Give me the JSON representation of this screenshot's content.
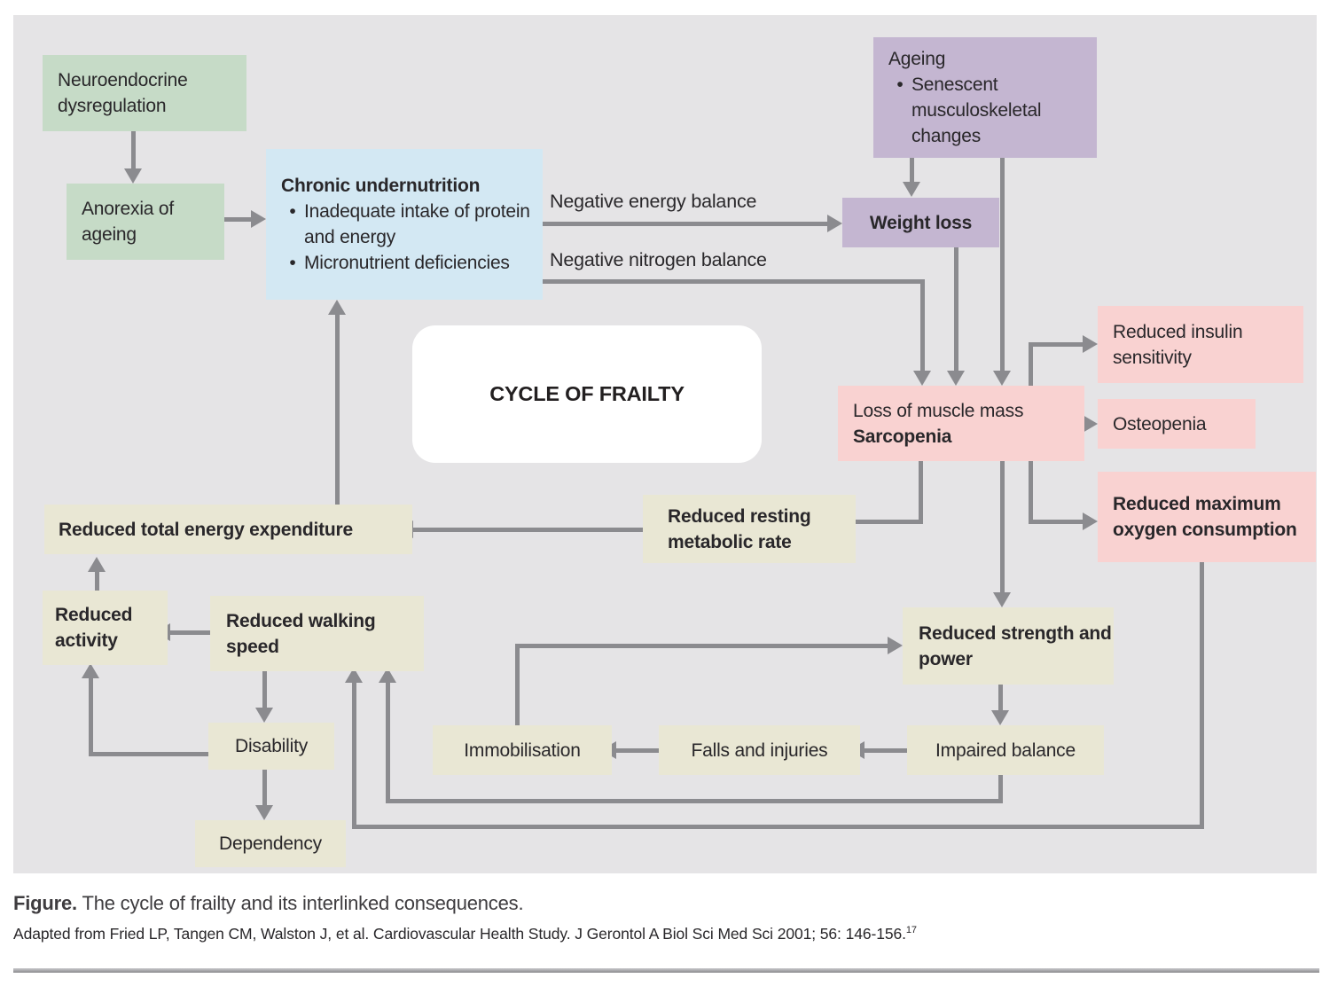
{
  "figure_title": "CYCLE OF FRAILTY",
  "boxes": {
    "neuroendocrine": {
      "text": "Neuroendocrine dysregulation"
    },
    "anorexia": {
      "text": "Anorexia of ageing"
    },
    "chronic_undernutrition": {
      "title": "Chronic undernutrition",
      "bullets": [
        "Inadequate intake of protein and energy",
        "Micronutrient deficiencies"
      ]
    },
    "ageing": {
      "title": "Ageing",
      "bullets": [
        "Senescent musculoskeletal changes"
      ]
    },
    "weight_loss": {
      "text": "Weight loss"
    },
    "sarcopenia": {
      "line1": "Loss of muscle mass",
      "line2": "Sarcopenia"
    },
    "reduced_insulin_sensitivity": {
      "text": "Reduced insulin sensitivity"
    },
    "osteopenia": {
      "text": "Osteopenia"
    },
    "reduced_max_oxygen": {
      "text": "Reduced maximum oxygen consumption"
    },
    "reduced_resting_metabolic_rate": {
      "text": "Reduced resting metabolic rate"
    },
    "reduced_total_energy_expenditure": {
      "text": "Reduced total energy expenditure"
    },
    "reduced_activity": {
      "text": "Reduced activity"
    },
    "reduced_walking_speed": {
      "text": "Reduced walking speed"
    },
    "reduced_strength_and_power": {
      "text": "Reduced strength and power"
    },
    "disability": {
      "text": "Disability"
    },
    "immobilisation": {
      "text": "Immobilisation"
    },
    "falls_and_injuries": {
      "text": "Falls and injuries"
    },
    "impaired_balance": {
      "text": "Impaired balance"
    },
    "dependency": {
      "text": "Dependency"
    }
  },
  "edge_labels": {
    "energy": "Negative energy balance",
    "nitrogen": "Negative nitrogen balance"
  },
  "caption": {
    "label": "Figure.",
    "text": " The cycle of frailty and its interlinked consequences.",
    "citation": "Adapted from Fried LP, Tangen CM, Walston J, et al. Cardiovascular Health Study. J Gerontol A Biol Sci Med Sci 2001; 56: 146-156.",
    "citation_ref": "17"
  },
  "colors": {
    "panel_background": "#e5e4e6",
    "green_box": "#c6dbc7",
    "blue_box": "#d3e8f3",
    "purple_box": "#c4b6d1",
    "pink_box": "#f9d2d1",
    "beige_box": "#e9e7d4",
    "white_box": "#ffffff",
    "arrow": "#8b8b8f",
    "text": "#29272a"
  }
}
